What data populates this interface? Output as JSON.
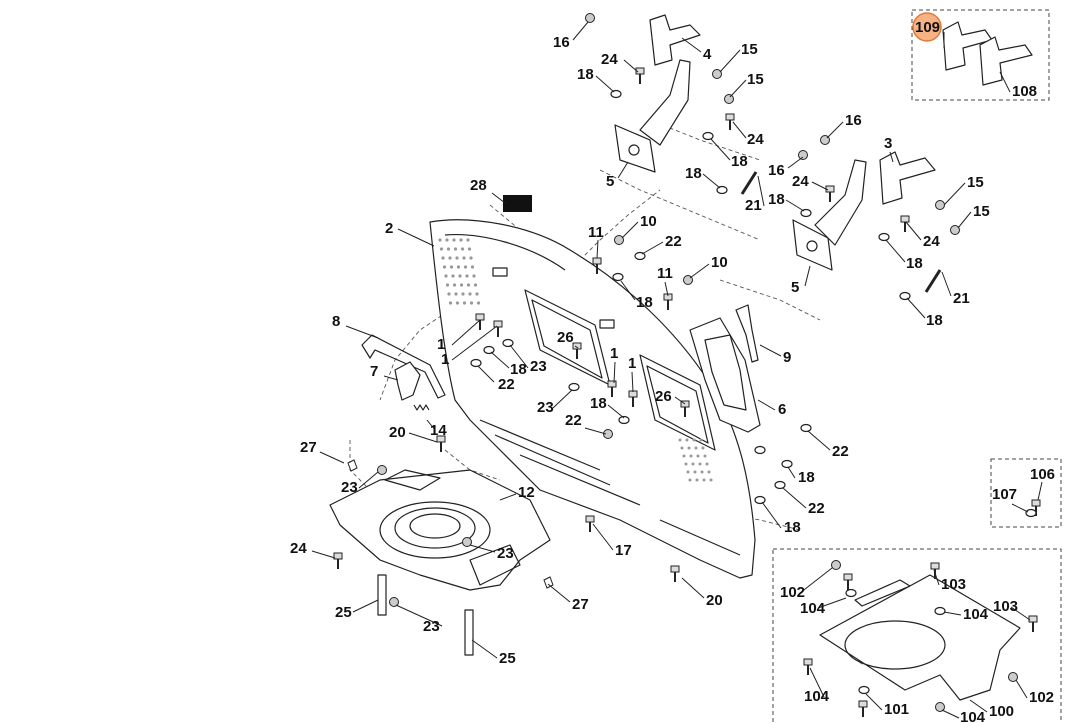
{
  "highlight_color": "#f4a46e",
  "callouts": {
    "c16a": "16",
    "c24a": "24",
    "c18a": "18",
    "c4": "4",
    "c15a": "15",
    "c15b": "15",
    "c24b": "24",
    "c18b": "18",
    "c5a": "5",
    "c18c": "18",
    "c16b": "16",
    "c16c": "16",
    "c3": "3",
    "c24c": "24",
    "c15c": "15",
    "c15d": "15",
    "c18d": "18",
    "c21a": "21",
    "c28": "28",
    "c2": "2",
    "c11a": "11",
    "c10a": "10",
    "c22a": "22",
    "c11b": "11",
    "c10b": "10",
    "c18e": "18",
    "c24d": "24",
    "c18f": "18",
    "c5b": "5",
    "c21b": "21",
    "c18g": "18",
    "c8": "8",
    "c1a": "1",
    "c1b": "1",
    "c26a": "26",
    "c1c": "1",
    "c1d": "1",
    "c9": "9",
    "c23a": "23",
    "c18h": "18",
    "c22b": "22",
    "c7": "7",
    "c23b": "23",
    "c18i": "18",
    "c26b": "26",
    "c6": "6",
    "c14": "14",
    "c20a": "20",
    "c22c": "22",
    "c22d": "22",
    "c27a": "27",
    "c23c": "23",
    "c12": "12",
    "c18j": "18",
    "c22e": "22",
    "c18k": "18",
    "c24e": "24",
    "c23d": "23",
    "c17": "17",
    "c20b": "20",
    "c25a": "25",
    "c27b": "27",
    "c23e": "23",
    "c25b": "25",
    "c109": "109",
    "c108": "108",
    "c106": "106",
    "c107": "107",
    "c102a": "102",
    "c103a": "103",
    "c104a": "104",
    "c104b": "104",
    "c103b": "103",
    "c102b": "102",
    "c104c": "104",
    "c101": "101",
    "c100": "100",
    "c104d": "104"
  }
}
